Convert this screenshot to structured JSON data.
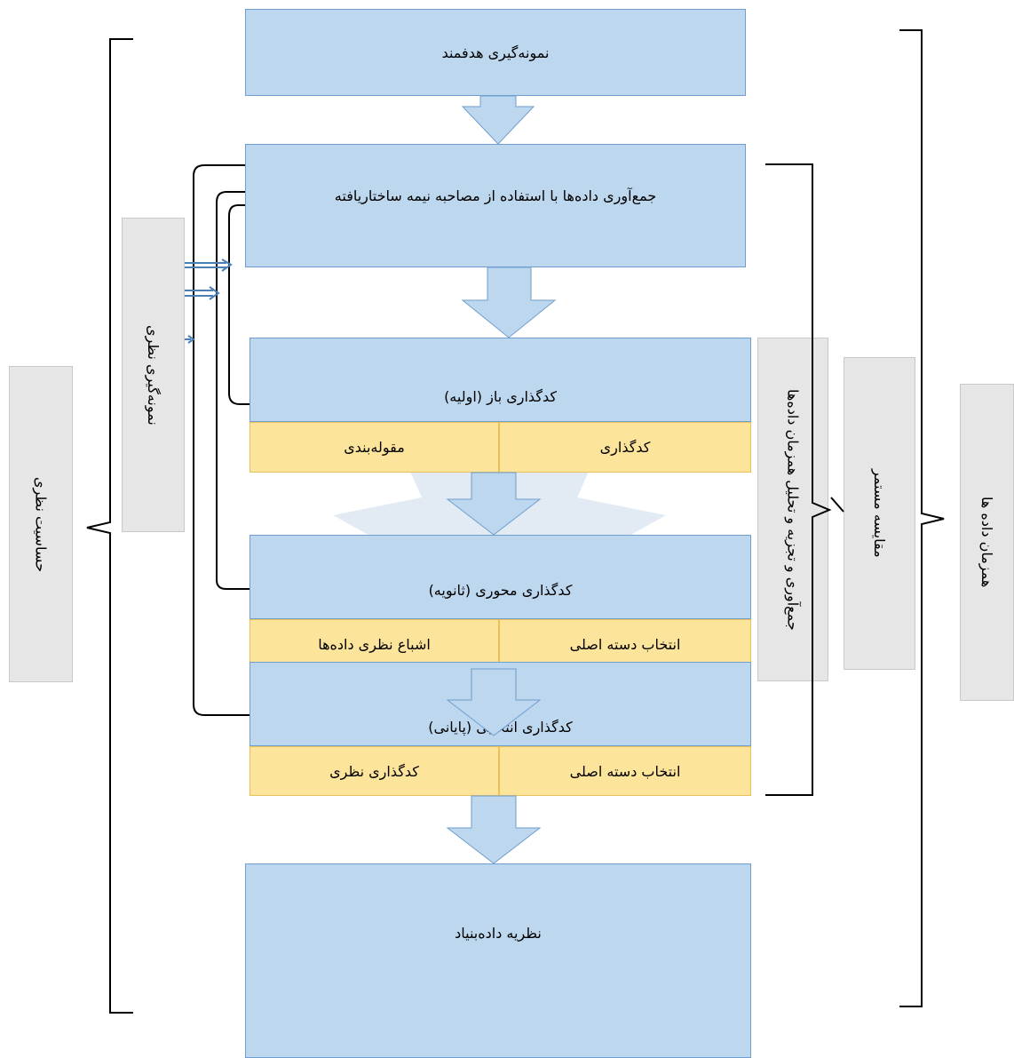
{
  "diagram": {
    "steps": {
      "purposeful_sampling": "نمونه‌گیری هدفمند",
      "data_collection": "جمع‌آوری داده‌ها با استفاده از مصاحبه نیمه ساختاریافته",
      "open_coding": "کدگذاری باز (اولیه)",
      "axial_coding": "کدگذاری محوری (ثانویه)",
      "selective_coding": "کدگذاری انتخابی (پایانی)",
      "grounded_theory": "نظریه داده‌بنیاد"
    },
    "sub_steps": {
      "open_right": "کدگذاری",
      "open_left": "مقوله‌بندی",
      "axial_right": "انتخاب دسته اصلی",
      "axial_left": "اشباع نظری داده‌ها",
      "selective_right": "انتخاب دسته اصلی",
      "selective_left": "کدگذاری نظری"
    },
    "side_labels": {
      "theoretical_sensitivity": "حساسیت نظری",
      "theoretical_sampling": "نمونه‌گیری نظری",
      "simultaneous_analysis": "جمع‌آوری و تجزیه و تحلیل همزمان داده‌ها",
      "constant_comparison": "مقایسه مستمر",
      "simultaneous_data": "همزمان داده ها"
    },
    "colors": {
      "blue_box": "#bdd7ee",
      "blue_border": "#6f9ecf",
      "yellow_box": "#fde49b",
      "gray_box": "#e6e6e6",
      "watermark": "#7fa7c9"
    }
  }
}
